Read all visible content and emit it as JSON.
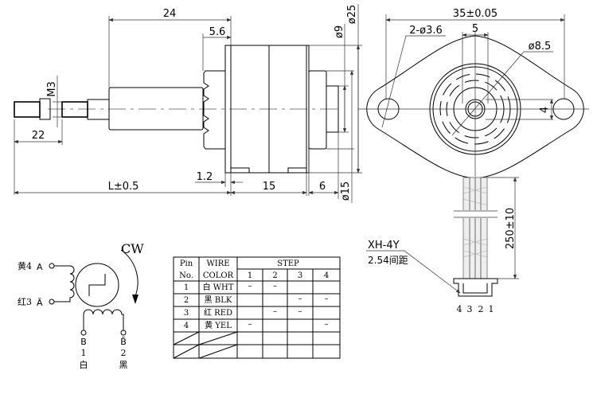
{
  "side_view": {
    "dim_24": "24",
    "dim_5_6": "5.6",
    "dim_m3": "M3",
    "dim_22": "22",
    "dim_length": "L±0.5",
    "dim_1_2": "1.2",
    "dim_15_len": "15",
    "dim_6": "6",
    "dim_d9": "ø9",
    "dim_d25": "ø25",
    "dim_d15": "ø15"
  },
  "front_view": {
    "dim_35": "35±0.05",
    "dim_holes": "2-ø3.6",
    "dim_5": "5",
    "dim_d8_5": "ø8.5",
    "dim_4": "4",
    "dim_lead": "250±10",
    "connector_model": "XH-4Y",
    "connector_pitch": "2.54间距",
    "pin_numbers": [
      "4",
      "3",
      "2",
      "1"
    ]
  },
  "schematic": {
    "direction": "CW",
    "coil_a_top": "黄4",
    "coil_a_top_phase": "A",
    "coil_a_bottom": "红3",
    "coil_a_bottom_phase": "Ā",
    "coil_b_left_phase": "B",
    "coil_b_left_pin": "1",
    "coil_b_left_color": "白",
    "coil_b_right_phase": "B̄",
    "coil_b_right_pin": "2",
    "coil_b_right_color": "黑"
  },
  "table": {
    "header_pin": [
      "Pin",
      "No."
    ],
    "header_wire": [
      "WIRE",
      "COLOR"
    ],
    "header_step": "STEP",
    "steps": [
      "1",
      "2",
      "3",
      "4"
    ],
    "rows": [
      {
        "pin": "1",
        "color": "白 WHT",
        "steps": [
          "–",
          "–",
          "",
          ""
        ]
      },
      {
        "pin": "2",
        "color": "黑 BLK",
        "steps": [
          "",
          "",
          "–",
          "–"
        ]
      },
      {
        "pin": "3",
        "color": "红 RED",
        "steps": [
          "",
          "–",
          "–",
          ""
        ]
      },
      {
        "pin": "4",
        "color": "黄 YEL",
        "steps": [
          "–",
          "",
          "",
          "–"
        ]
      }
    ]
  }
}
